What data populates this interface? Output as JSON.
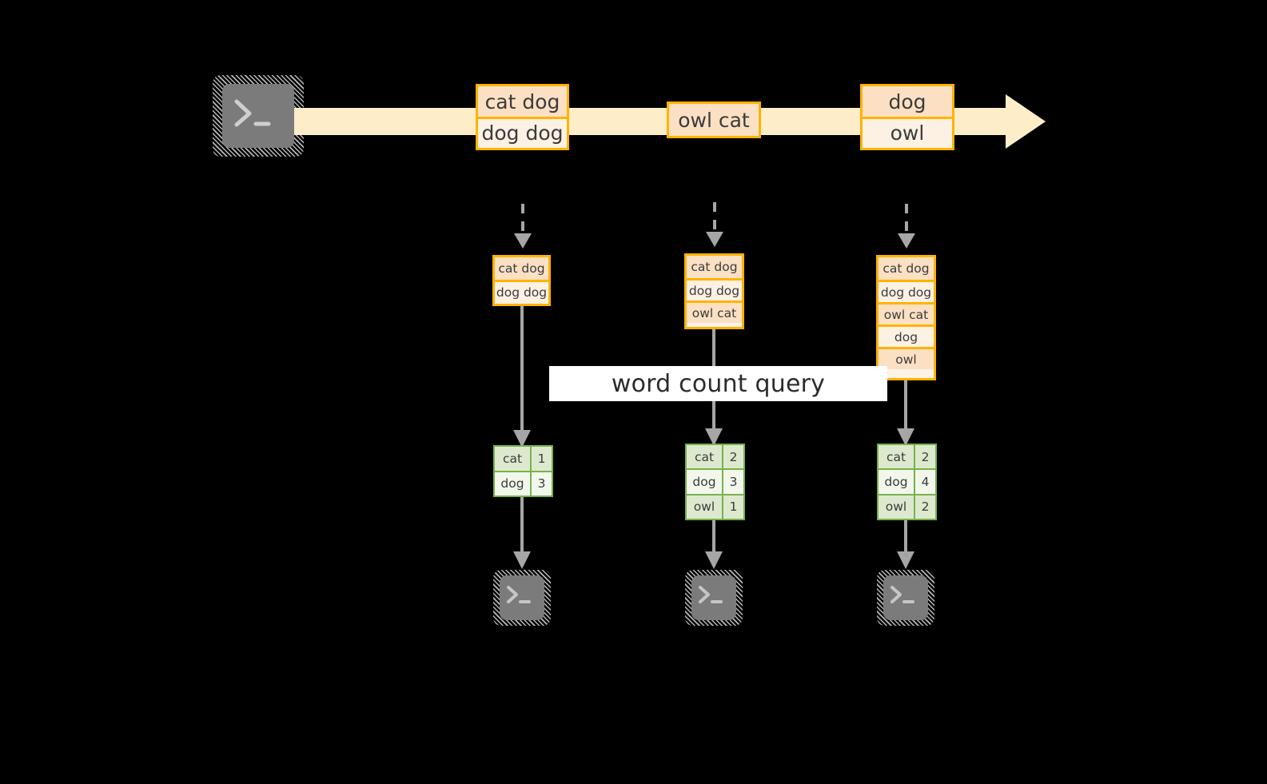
{
  "diagram": {
    "title": "word count query streaming diagram",
    "background_color": "#000000",
    "accent_orange": "#ffb300",
    "accent_green": "#77b24a",
    "band_color": "#fdeec9",
    "arrow_gray": "#a6a6a6"
  },
  "stream": {
    "source_icon": "terminal-icon",
    "arrow_direction": "right",
    "batches": [
      {
        "name": "batch-1",
        "cells": [
          {
            "text": "cat dog",
            "shade": "dark"
          },
          {
            "text": "dog dog",
            "shade": "light"
          }
        ]
      },
      {
        "name": "batch-2",
        "cells": [
          {
            "text": "owl cat",
            "shade": "dark"
          }
        ]
      },
      {
        "name": "batch-3",
        "cells": [
          {
            "text": "dog",
            "shade": "dark"
          },
          {
            "text": "owl",
            "shade": "light"
          }
        ]
      }
    ]
  },
  "query": {
    "label": "word count query"
  },
  "snapshots": [
    {
      "name": "snapshot-1",
      "cells": [
        {
          "text": "cat dog",
          "shade": "dark"
        },
        {
          "text": "dog dog",
          "shade": "light"
        }
      ]
    },
    {
      "name": "snapshot-2",
      "cells": [
        {
          "text": "cat dog",
          "shade": "dark"
        },
        {
          "text": "dog dog",
          "shade": "light"
        },
        {
          "text": "owl cat",
          "shade": "dark"
        }
      ]
    },
    {
      "name": "snapshot-3",
      "cells": [
        {
          "text": "cat dog",
          "shade": "dark"
        },
        {
          "text": "dog dog",
          "shade": "light"
        },
        {
          "text": "owl cat",
          "shade": "dark"
        },
        {
          "text": "dog",
          "shade": "light"
        },
        {
          "text": "owl",
          "shade": "dark"
        }
      ]
    }
  ],
  "results": [
    {
      "name": "result-1",
      "rows": [
        {
          "word": "cat",
          "count": "1",
          "shade": "dark"
        },
        {
          "word": "dog",
          "count": "3",
          "shade": "light"
        }
      ]
    },
    {
      "name": "result-2",
      "rows": [
        {
          "word": "cat",
          "count": "2",
          "shade": "dark"
        },
        {
          "word": "dog",
          "count": "3",
          "shade": "light"
        },
        {
          "word": "owl",
          "count": "1",
          "shade": "dark"
        }
      ]
    },
    {
      "name": "result-3",
      "rows": [
        {
          "word": "cat",
          "count": "2",
          "shade": "dark"
        },
        {
          "word": "dog",
          "count": "4",
          "shade": "light"
        },
        {
          "word": "owl",
          "count": "2",
          "shade": "dark"
        }
      ]
    }
  ],
  "sinks": [
    {
      "name": "sink-1",
      "icon": "terminal-icon"
    },
    {
      "name": "sink-2",
      "icon": "terminal-icon"
    },
    {
      "name": "sink-3",
      "icon": "terminal-icon"
    }
  ]
}
